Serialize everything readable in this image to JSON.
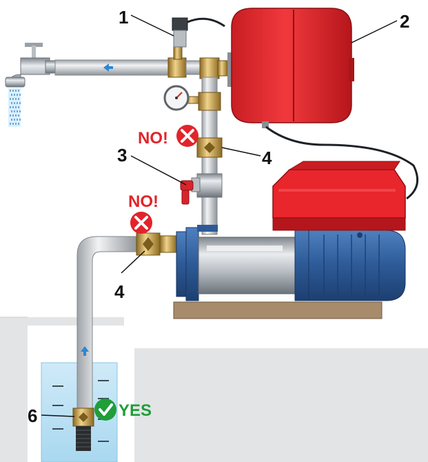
{
  "labels": {
    "n1": "1",
    "n2": "2",
    "n3": "3",
    "n4a": "4",
    "n4b": "4",
    "n6": "6"
  },
  "marks": {
    "no_top": "NO!",
    "no_left": "NO!",
    "yes": "YES"
  },
  "colors": {
    "no_red": "#e2242a",
    "yes_green": "#1f9e3a",
    "tank_red": "#e8262b",
    "pump_blue": "#2f5f9e",
    "water_blue": "#bfe3f5",
    "pipe_silver": "#cfd2d6",
    "fitting_brass": "#c9a04a"
  }
}
